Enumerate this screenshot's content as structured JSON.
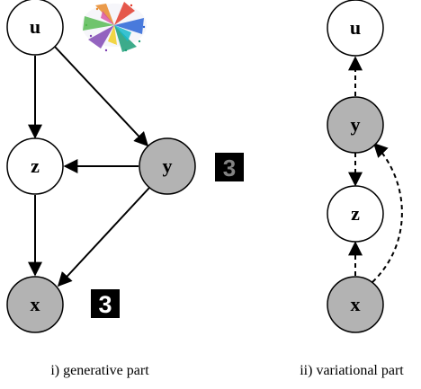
{
  "colors": {
    "observed_fill": "#b3b3b3",
    "latent_fill": "#ffffff",
    "stroke": "#000000"
  },
  "generative": {
    "nodes": {
      "u": "u",
      "z": "z",
      "y": "y",
      "x": "x"
    },
    "caption": "i) generative part",
    "thumb_y_digit": "3",
    "thumb_x_digit": "3"
  },
  "variational": {
    "nodes": {
      "u": "u",
      "y": "y",
      "z": "z",
      "x": "x"
    },
    "caption": "ii) variational part"
  },
  "edges": {
    "generative": [
      "u->z",
      "u->y",
      "y->z",
      "z->x",
      "y->x"
    ],
    "variational": [
      "y->u",
      "y->z",
      "x->z",
      "x->y"
    ]
  }
}
